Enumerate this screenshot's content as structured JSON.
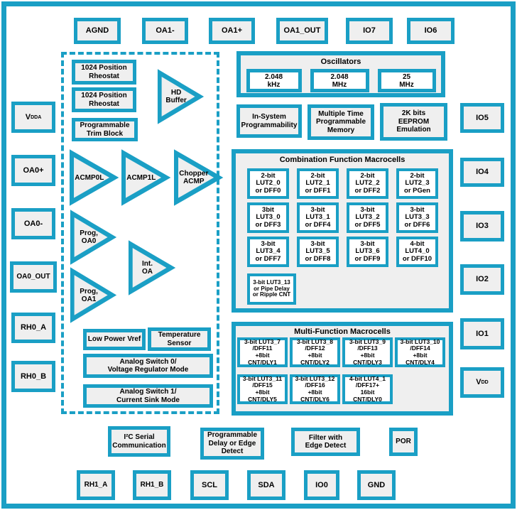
{
  "colors": {
    "teal": "#1A9FC5",
    "block_fill": "#EFEFEF",
    "cell_fill": "#FFFFFF"
  },
  "pins": {
    "top": [
      "AGND",
      "OA1-",
      "OA1+",
      "OA1_OUT",
      "IO7",
      "IO6"
    ],
    "left": {
      "vdda_main": "V",
      "vdda_sub": "DDA",
      "items": [
        "OA0+",
        "OA0-",
        "OA0_OUT",
        "RH0_A",
        "RH0_B"
      ]
    },
    "right": {
      "items": [
        "IO5",
        "IO4",
        "IO3",
        "IO2",
        "IO1"
      ],
      "vdd_main": "V",
      "vdd_sub": "DD"
    },
    "bottom": [
      "RH1_A",
      "RH1_B",
      "SCL",
      "SDA",
      "IO0",
      "GND"
    ]
  },
  "analog": {
    "rheostat_top": "1024 Position\nRheostat",
    "rheostat_bottom": "1024 Position\nRheostat",
    "trim_block": "Programmable\nTrim Block",
    "hd_buffer": "HD\nBuffer",
    "acmp0l": "ACMP0L",
    "acmp1l": "ACMP1L",
    "chopper_acmp": "Chopper\nACMP",
    "prog_oa0": "Prog,\nOA0",
    "int_oa": "Int.\nOA",
    "prog_oa1": "Prog,\nOA1",
    "low_power_vref": "Low Power Vref",
    "temperature_sensor": "Temperature\nSensor",
    "analog_switch0": "Analog Switch 0/\nVoltage Regulator Mode",
    "analog_switch1": "Analog Switch 1/\nCurrent Sink Mode"
  },
  "oscillators": {
    "title": "Oscillators",
    "items": [
      "2.048\nkHz",
      "2.048\nMHz",
      "25\nMHz"
    ]
  },
  "memory": {
    "isp": "In-System\nProgrammability",
    "mtp": "Multiple Time\nProgrammable\nMemory",
    "eeprom": "2K bits\nEEPROM\nEmulation"
  },
  "combination": {
    "title": "Combination Function Macrocells",
    "cells": [
      "2-bit\nLUT2_0\nor DFF0",
      "2-bit\nLUT2_1\nor DFF1",
      "2-bit\nLUT2_2\nor DFF2",
      "2-bit\nLUT2_3\nor PGen",
      "3bit\nLUT3_0\nor DFF3",
      "3-bit\nLUT3_1\nor DFF4",
      "3-bit\nLUT3_2\nor DFF5",
      "3-bit\nLUT3_3\nor DFF6",
      "3-bit\nLUT3_4\nor DFF7",
      "3-bit\nLUT3_5\nor DFF8",
      "3-bit\nLUT3_6\nor DFF9",
      "4-bit\nLUT4_0\nor DFF10"
    ],
    "pipe_cell": "3-bit LUT3_13\nor Pipe Delay\nor Ripple CNT"
  },
  "multifunction": {
    "title": "Multi-Function Macrocells",
    "cells": [
      "3-bit LUT3_7\n/DFF11\n+8bit\nCNT/DLY1",
      "3-bit LUT3_8\n/DFF12\n+8bit\nCNT/DLY2",
      "3-bit LUT3_9\n/DFF13\n+8bit\nCNT/DLY3",
      "3-bit LUT3_10\n/DFF14\n+8bit\nCNT/DLY4",
      "3-bit LUT3_11\n/DFF15\n+8bit\nCNT/DLY5",
      "3-bit LUT3_12\n/DFF16\n+8bit\nCNT/DLY6",
      "4-bit LUT4_1\n/DFF17+\n16bit\nCNT/DLY0"
    ]
  },
  "misc": {
    "i2c": "I²C Serial\nCommunication",
    "prog_delay": "Programmable\nDelay or Edge\nDetect",
    "filter": "Filter with\nEdge Detect",
    "por": "POR"
  }
}
